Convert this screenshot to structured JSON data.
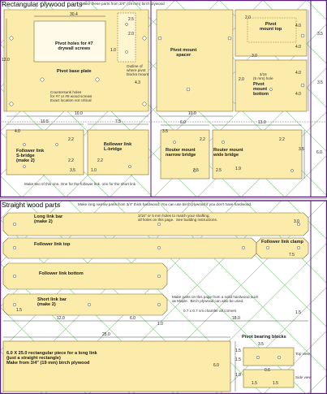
{
  "sections": {
    "rect_title": "Rectangular plywood parts",
    "rect_note": "Make these parts from 3/4\" (19 mm) birch plywood",
    "straight_title": "Straight wood parts",
    "straight_note": "Make long narrow parts from 3/4\" thick hardwood.  You can use birch plywood if you don't have hardwood."
  },
  "parts": {
    "pivot_holes": "Pivot holes for #7\ndrywall screws",
    "outline_pivot": "Outline of\nwhere pivot\nblocks mount",
    "pivot_base": "Pivot base plate",
    "countersunk": "Countersunk holes\nfor #7 or #8 wood screws\nExact location not critical",
    "pivot_mount_top": "Pivot\nmount top",
    "pivot_mount_spacer": "Pivot mount\nspacer",
    "hole_note": "3/16\n(5 mm) hole",
    "pivot_mount_bottom": "Pivot\nmount\nbottom",
    "follower_sbridge": "Follower link\nS-bridge\n(make 2)",
    "follower_lbridge": "Follower link\nL-bridge",
    "router_narrow": "Router mount\nnarrow bridge",
    "router_wide": "Router mount\nwide bridge",
    "make_two": "Make two of this one.  One for the follower link, one for the short link",
    "long_link": "Long link bar\n(make 2)",
    "hole_note2": "3/16\" or 5 mm holes to match your shafting,\nall holes on this page.  See building instructions.",
    "follower_top": "Follower link top",
    "follower_clamp": "Follower link clamp",
    "follower_bottom": "Follower link bottom",
    "solid_note": "Make parts on this page from a solid hardwood such\nas Maple.  Birch plywood can also be used.",
    "short_link": "Short link bar\n(make 2)",
    "chamfer": "0.7 x 0.7 cm chamfer all corners",
    "long_piece": "6.0 X 25.0 rectangular piece for a long link\n(just a straight rectangle)\nMake from 3/4\" (19 mm) birch plywood",
    "pivot_bearing": "Pivot bearing blocks",
    "top_view": "Top view",
    "side_view": "Side view"
  },
  "dims": {
    "d304": "30.4",
    "d25": "2.5",
    "d20a": "2.0",
    "d10a": "1.0",
    "d120": "12.0",
    "d43": "4.3",
    "d100": "10.0",
    "d20b": "2.0",
    "d40a": "4.0",
    "d40b": "4.0",
    "d30": "3.0",
    "d35a": "3.5",
    "d40c": "4.0",
    "d40d": "4.0",
    "d20c": "2.0",
    "d100b": "10.0",
    "d105": "10.5",
    "d75": "7.5",
    "d40e": "4.0",
    "d22a": "2.2",
    "d22b": "2.2",
    "d35b": "3.5",
    "d10b": "1.0",
    "d22c": "2.2",
    "d60a": "6.0",
    "d130": "13.0",
    "d35c": "3.5",
    "d22d": "2.2",
    "d25b": "2.5",
    "d19": "1.9",
    "d22e": "2.2",
    "d35d": "3.5",
    "d60b": "6.0",
    "d25c": "2.5",
    "d30b": "3.0",
    "d15a": "1.5",
    "d120b": "12.0",
    "d60c": "6.0",
    "d75b": "7.5",
    "d10c": "1.0",
    "d18": "18.0",
    "d15b": "1.5",
    "d250": "25.0",
    "d60d": "6.0",
    "d35e": "3.5",
    "d15c": "1.5",
    "d15d": "1.5",
    "d19b": "1.9",
    "d15e": "1.5",
    "d06": "0.6",
    "d15f": "1.5"
  },
  "colors": {
    "part_fill": "#fcecab",
    "part_stroke": "#7a6a30",
    "grid": "#8fd08f",
    "frame": "#5a1f7a",
    "dim": "#333333"
  }
}
